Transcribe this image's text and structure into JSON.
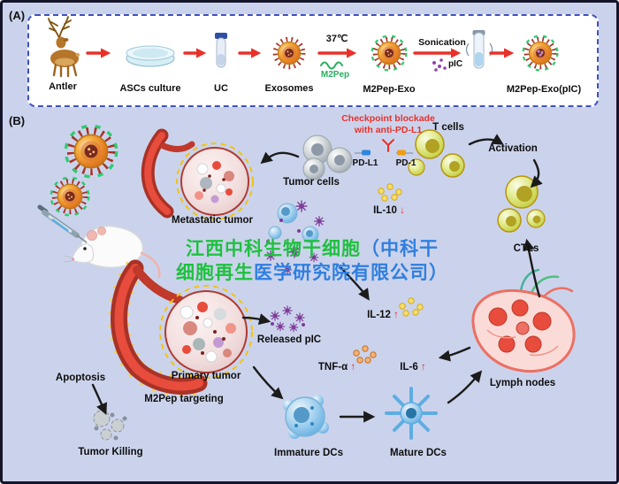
{
  "page": {
    "background": "#cbd3ec"
  },
  "panel_a": {
    "tag": "(A)",
    "items": [
      {
        "label": "Antler"
      },
      {
        "label": "ASCs culture"
      },
      {
        "label": "UC"
      },
      {
        "label": "Exosomes"
      },
      {
        "label": "M2Pep-Exo"
      },
      {
        "label": "M2Pep-Exo(pIC)"
      }
    ],
    "annotations": {
      "temperature": "37℃",
      "m2pep": "M2Pep",
      "sonication": "Sonication",
      "pic": "pIC"
    }
  },
  "panel_b": {
    "tag": "(B)",
    "checkpoint": {
      "line1": "Checkpoint blockade",
      "line2": "with anti-PD-L1"
    },
    "labels": {
      "t_cells": "T cells",
      "activation": "Activation",
      "tumor_cells": "Tumor cells",
      "pd_l1": "PD-L1",
      "pd_1": "PD-1",
      "metastatic_tumor": "Metastatic tumor",
      "ctls": "CTLs",
      "il10": "IL-10",
      "il12": "IL-12",
      "released_pic": "Released pIC",
      "tnf_alpha": "TNF-α",
      "il6": "IL-6",
      "primary_tumor": "Primary tumor",
      "m2pep_targeting": "M2Pep targeting",
      "apoptosis": "Apoptosis",
      "tumor_killing": "Tumor Killing",
      "immature_dcs": "Immature DCs",
      "mature_dcs": "Mature DCs",
      "lymph_nodes": "Lymph nodes"
    },
    "arrows": {
      "up": "↑",
      "down": "↓"
    }
  },
  "watermark": {
    "line1_part1": "江西中科生物干细胞",
    "line1_part2": "（中科干",
    "line2_part1": "细胞再生",
    "line2_part2": "医学研究院有限公司）"
  },
  "colors": {
    "accent_red": "#e8312a",
    "accent_green": "#27ae60",
    "pic_purple": "#7d3c98",
    "watermark_green": "#1fc13f",
    "watermark_blue": "#2f7fe0",
    "exosome_orange": "#e67e22",
    "panel_border_blue": "#3f51c1"
  }
}
